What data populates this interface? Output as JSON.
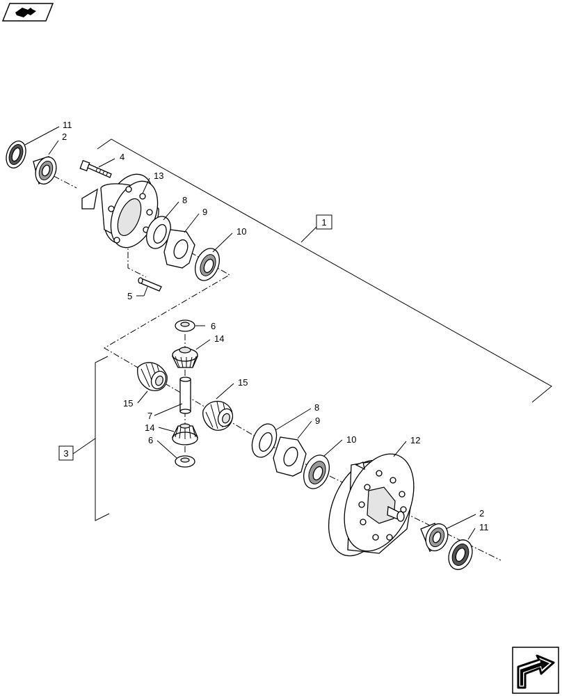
{
  "diagram": {
    "callouts": {
      "p11_top": "11",
      "p2_top": "2",
      "p4": "4",
      "p13": "13",
      "p8_top": "8",
      "p9_top": "9",
      "p10_top": "10",
      "p5": "5",
      "p6_top": "6",
      "p14_top": "14",
      "p15_left": "15",
      "p15_right": "15",
      "p7": "7",
      "p14_bottom": "14",
      "p6_bottom": "6",
      "p8_bottom": "8",
      "p9_bottom": "9",
      "p10_bottom": "10",
      "p12": "12",
      "p2_bottom": "2",
      "p11_bottom": "11"
    },
    "group_labels": {
      "assembly_1": "1",
      "assembly_3": "3"
    },
    "icons": {
      "top_left": "book-arrow-icon",
      "bottom_right": "next-page-arrow-icon"
    }
  }
}
